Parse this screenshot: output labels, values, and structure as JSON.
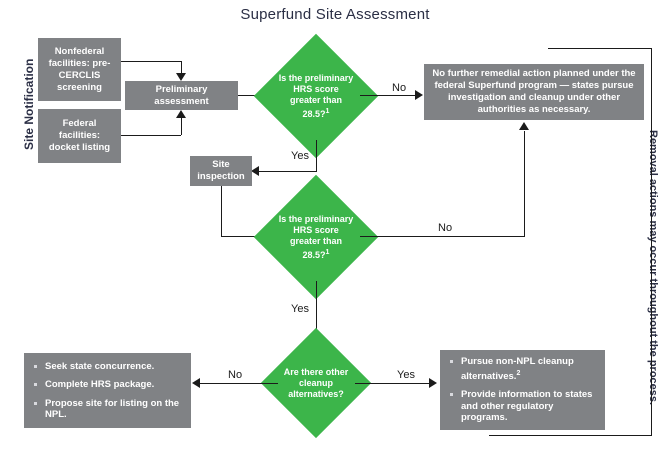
{
  "title": "Superfund Site Assessment",
  "side_labels": {
    "left": "Site Notification",
    "right": "Removal actions may occur throughout the process."
  },
  "nodes": {
    "nonfederal": "Nonfederal facilities: pre-CERCLIS screening",
    "federal": "Federal facilities: docket listing",
    "preliminary_assessment": "Preliminary assessment",
    "site_inspection": "Site inspection",
    "decision1": "Is the preliminary HRS score greater than 28.5?",
    "decision1_footnote": "1",
    "decision2": "Is the preliminary HRS score greater than 28.5?",
    "decision2_footnote": "1",
    "decision3": "Are there other cleanup alternatives?",
    "no_further_action": "No further remedial action planned under the federal Superfund program — states pursue investigation and cleanup under other authorities as necessary."
  },
  "npl_box": {
    "items": [
      "Seek state concurrence.",
      "Complete HRS package.",
      "Propose site for listing on the NPL."
    ]
  },
  "non_npl_box": {
    "items": [
      "Pursue non-NPL cleanup alternatives.",
      "Provide information to states and other regulatory programs."
    ],
    "first_item_footnote": "2"
  },
  "edge_labels": {
    "d1_no": "No",
    "d1_yes": "Yes",
    "d2_no": "No",
    "d2_yes": "Yes",
    "d3_no": "No",
    "d3_yes": "Yes"
  },
  "colors": {
    "decision_green": "#3cb54a",
    "process_gray": "#808285",
    "line_black": "#1b1b1b",
    "title_navy": "#2b2f45"
  }
}
